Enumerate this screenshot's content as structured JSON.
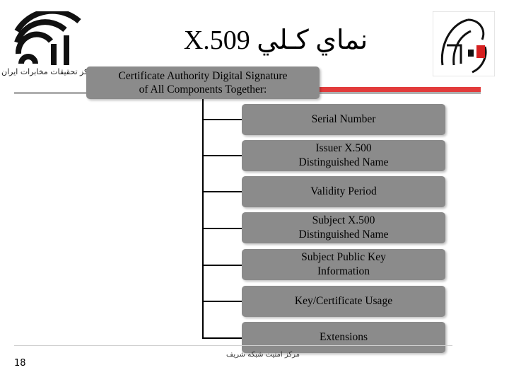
{
  "header": {
    "title": "X.509 نماي كـلي",
    "left_logo_caption": "مرکز تحقیقات مخابرات ایران"
  },
  "diagram": {
    "root_label": "Certificate Authority Digital Signature\nof All Components Together:",
    "fields": [
      "Serial Number",
      "Issuer X.500\nDistinguished Name",
      "Validity Period",
      "Subject X.500\nDistinguished Name",
      "Subject Public Key\nInformation",
      "Key/Certificate Usage",
      "Extensions"
    ]
  },
  "footer": {
    "page_number": "18",
    "center_text": "مرکز امنیت شبکه شریف"
  },
  "colors": {
    "box_fill": "#8b8b8b",
    "accent_rule": "#e23b3b",
    "logo_right_accent": "#d62020"
  }
}
